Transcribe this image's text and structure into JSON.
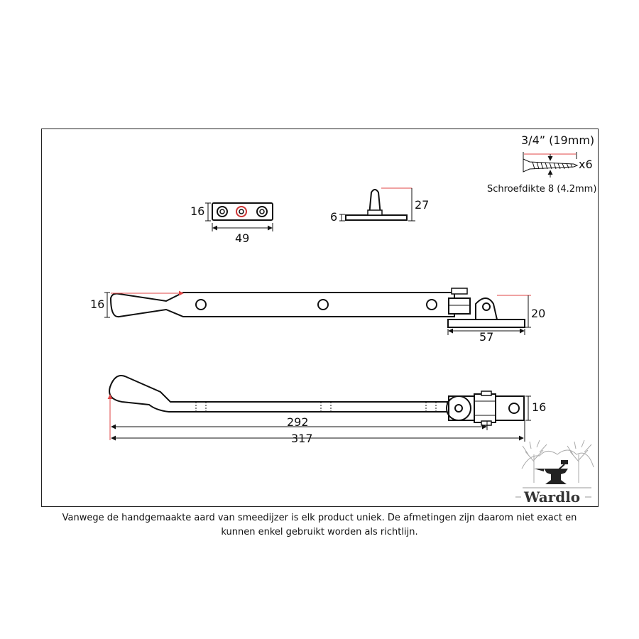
{
  "screw": {
    "length": "3/4” (19mm)",
    "quantity": "x6",
    "gauge": "Schroefdikte 8 (4.2mm)"
  },
  "keep_plate": {
    "height": "16",
    "width": "49"
  },
  "pin_stay": {
    "base_height": "6",
    "height": "27"
  },
  "side_view": {
    "arm_height": "16",
    "bracket_height": "20",
    "bracket_length": "57"
  },
  "top_view": {
    "bracket_width": "16",
    "arm_length": "292",
    "total_length": "317"
  },
  "logo": {
    "brand": "Wardlo"
  },
  "disclaimer": {
    "line1": "Vanwege de handgemaakte aard van smeedijzer is elk product uniek. De afmetingen zijn daarom niet exact en",
    "line2": "kunnen enkel gebruikt worden als richtlijn."
  }
}
